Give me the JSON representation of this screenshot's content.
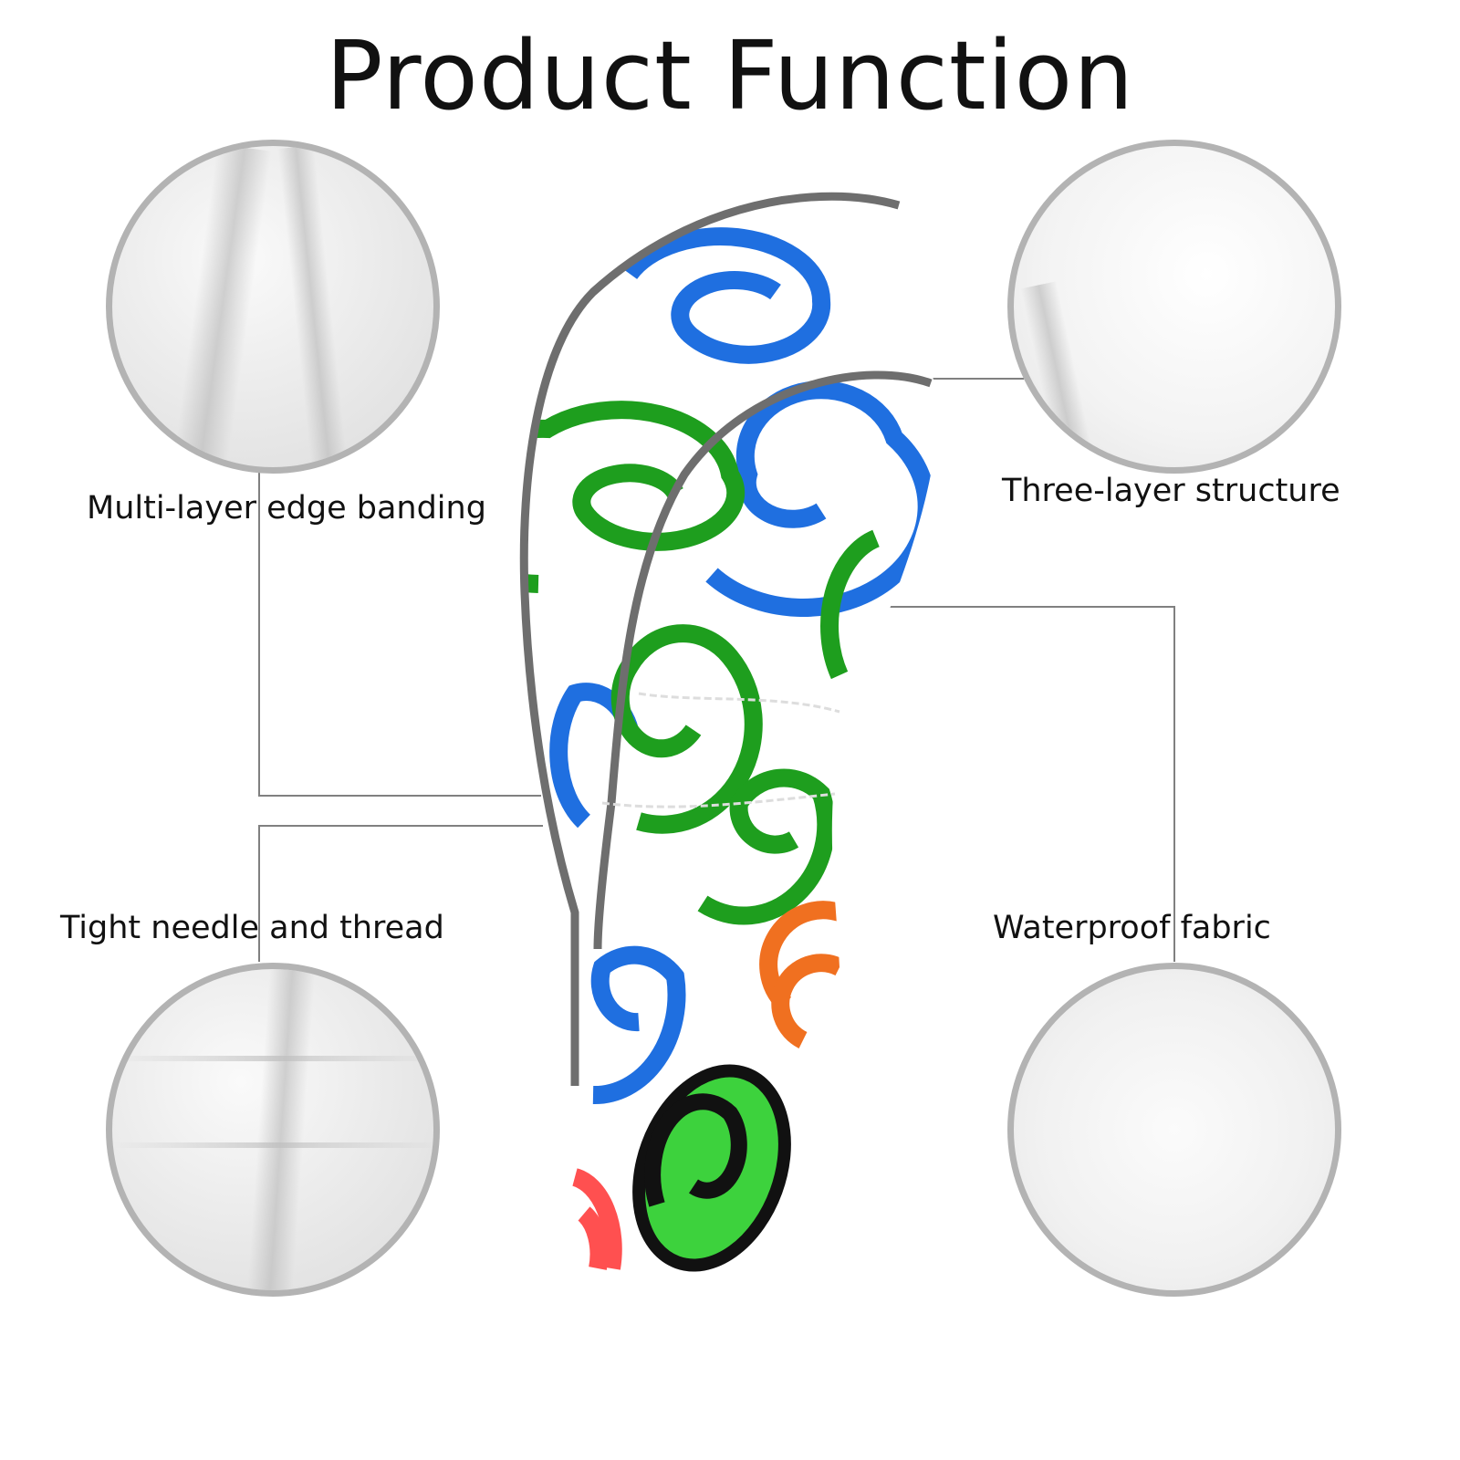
{
  "title": "Product Function",
  "features": [
    {
      "label": "Multi-layer edge banding"
    },
    {
      "label": "Three-layer structure"
    },
    {
      "label": "Tight needle and thread"
    },
    {
      "label": "Waterproof fabric"
    }
  ],
  "colors": {
    "border": "#b3b3b3",
    "line": "#808080",
    "trim": "#6e6e6e",
    "blue": "#1f6fe0",
    "green": "#1e9e1e",
    "orange": "#f07020",
    "red": "#e83030"
  }
}
